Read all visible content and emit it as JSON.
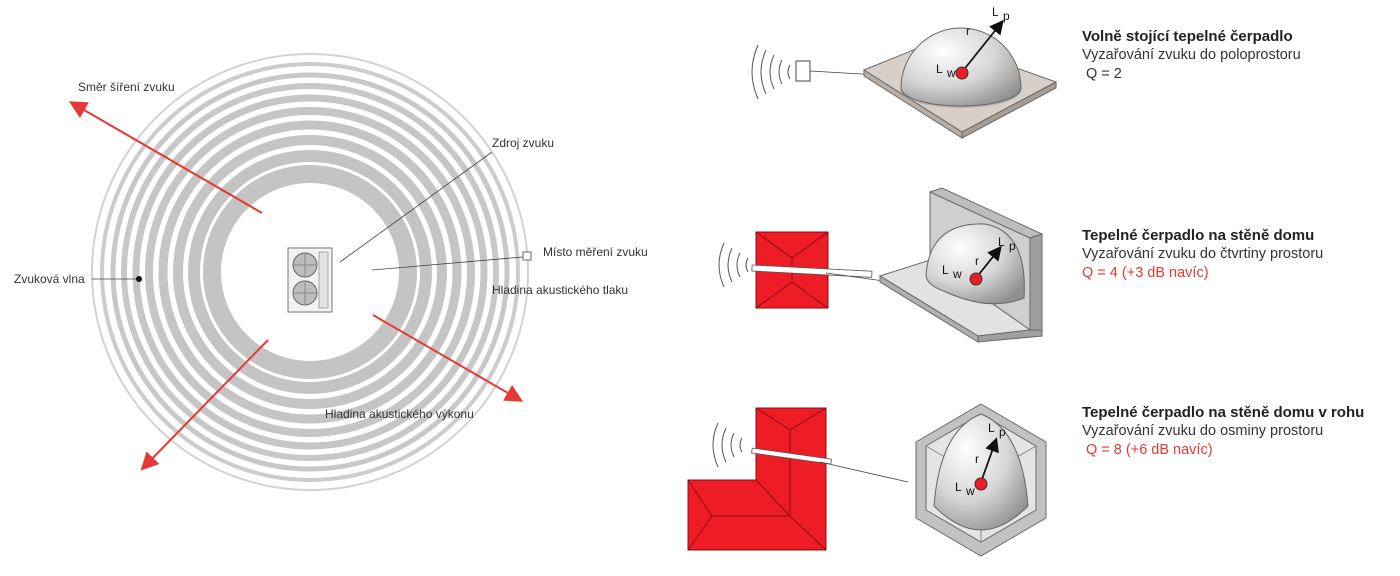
{
  "left_diagram": {
    "labels": {
      "direction": "Směr šíření zvuku",
      "source": "Zdroj zvuku",
      "measure_point": "Místo měření zvuku",
      "sound_wave": "Zvuková vlna",
      "pressure_level": "Hladina akustického tlaku",
      "power_level": "Hladina akustického výkonu"
    }
  },
  "scenarios": [
    {
      "title": "Volně stojící tepelné čerpadlo",
      "description": "Vyzařování zvuku do poloprostoru",
      "q": "Q = 2",
      "q_highlight": false
    },
    {
      "title": "Tepelné čerpadlo na stěně domu",
      "description": "Vyzařování zvuku do čtvrtiny prostoru",
      "q": "Q = 4 (+3 dB navíc)",
      "q_highlight": true
    },
    {
      "title": "Tepelné čerpadlo na stěně domu v rohu",
      "description": "Vyzařování zvuku do osminy prostoru",
      "q": "Q = 8 (+6 dB navíc)",
      "q_highlight": true
    }
  ],
  "symbols": {
    "r": "r",
    "L": "L",
    "w": "w",
    "p": "p"
  },
  "colors": {
    "accent_red": "#e53935",
    "roof_red": "#ee1c25",
    "ring_gray": "#c9c9c9",
    "hemisphere_gray": "#d4d4d4",
    "base_gray": "#d8cfc8"
  }
}
